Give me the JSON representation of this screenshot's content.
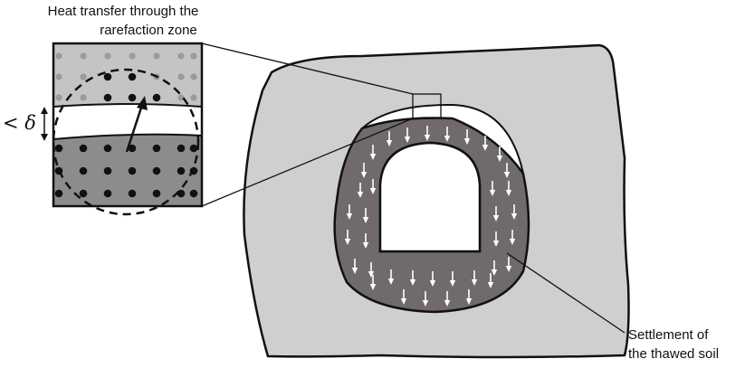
{
  "labels": {
    "heat_line1": "Heat transfer through the",
    "heat_line2": "rarefaction zone",
    "gap_symbol": "< δ",
    "settle_line1": "Settlement of",
    "settle_line2": "the thawed soil"
  },
  "colors": {
    "outer_soil": "#cfcfcf",
    "thawed_zone": "#716a6a",
    "inset_top": "#c4c4c4",
    "inset_bottom": "#8c8c8c",
    "particle_light": "#9a9a9a",
    "particle_dark": "#111111",
    "stroke": "#111111",
    "arrow_white": "#ffffff"
  }
}
